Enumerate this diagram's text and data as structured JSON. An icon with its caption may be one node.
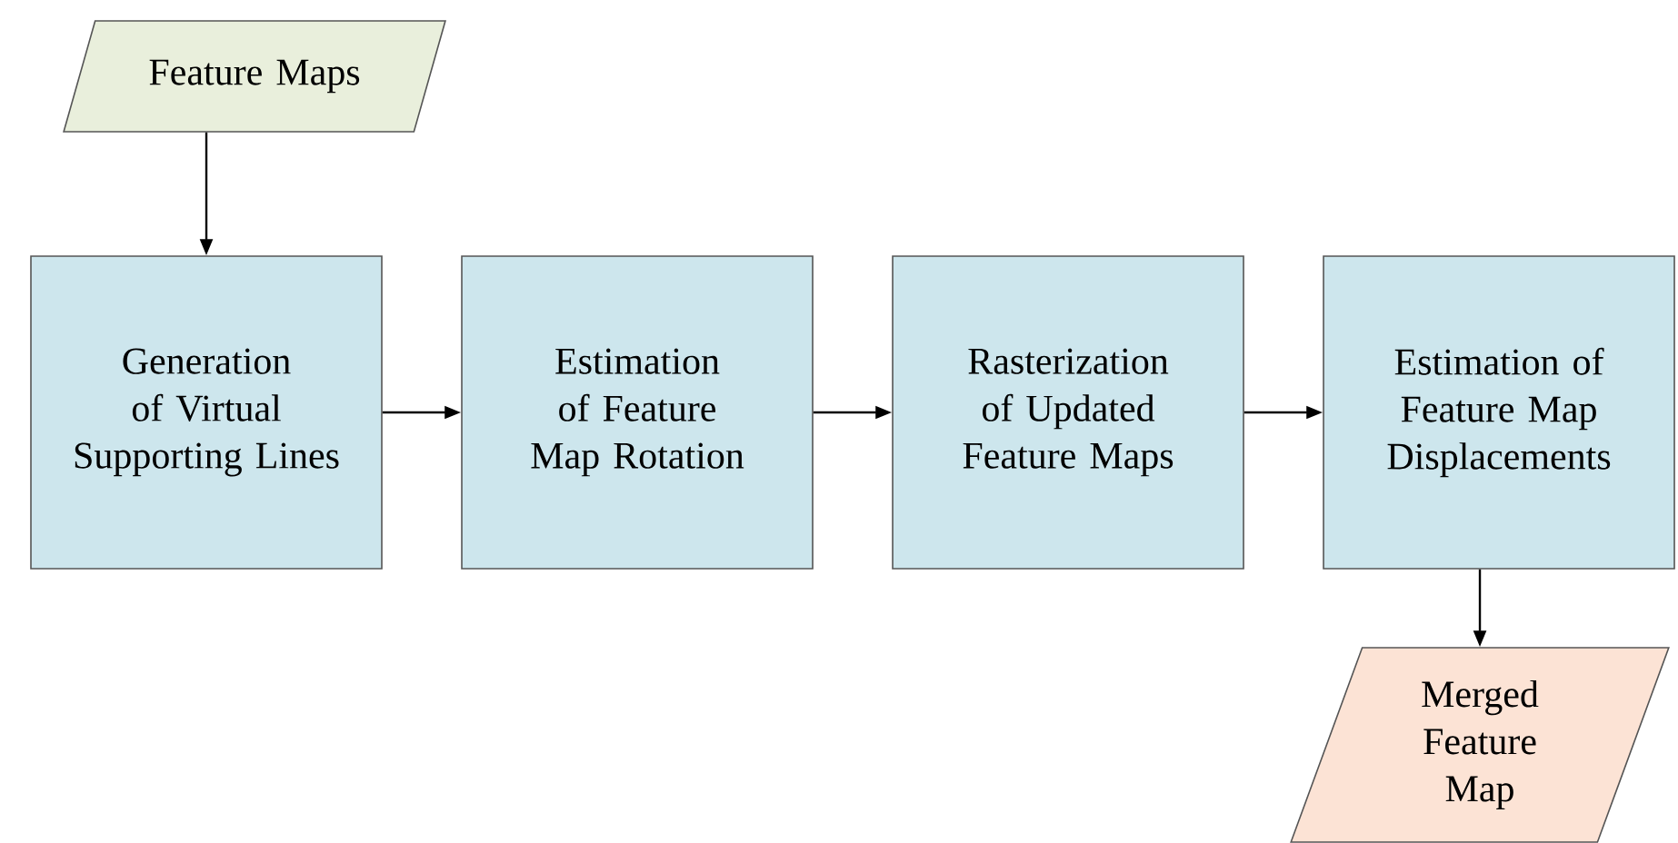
{
  "diagram": {
    "nodes": [
      {
        "text": [
          "Feature Maps"
        ]
      },
      {
        "text": [
          "Generation of Virtual Supporting Lines"
        ]
      },
      {
        "text": [
          "Estimation of Feature Map Rotation"
        ]
      },
      {
        "text": [
          "Rasterization of Updated Feature Maps"
        ]
      },
      {
        "text": [
          "Estimation of Feature Map Displacements"
        ]
      },
      {
        "text": [
          "Merged Feature Map"
        ]
      }
    ],
    "edges": [
      {
        "from": 0,
        "to": 1,
        "arrow": "to"
      },
      {
        "from": 1,
        "to": 2,
        "arrow": "to"
      },
      {
        "from": 2,
        "to": 3,
        "arrow": "to"
      },
      {
        "from": 3,
        "to": 4,
        "arrow": "to"
      },
      {
        "from": 4,
        "to": 5,
        "arrow": "to"
      }
    ]
  }
}
